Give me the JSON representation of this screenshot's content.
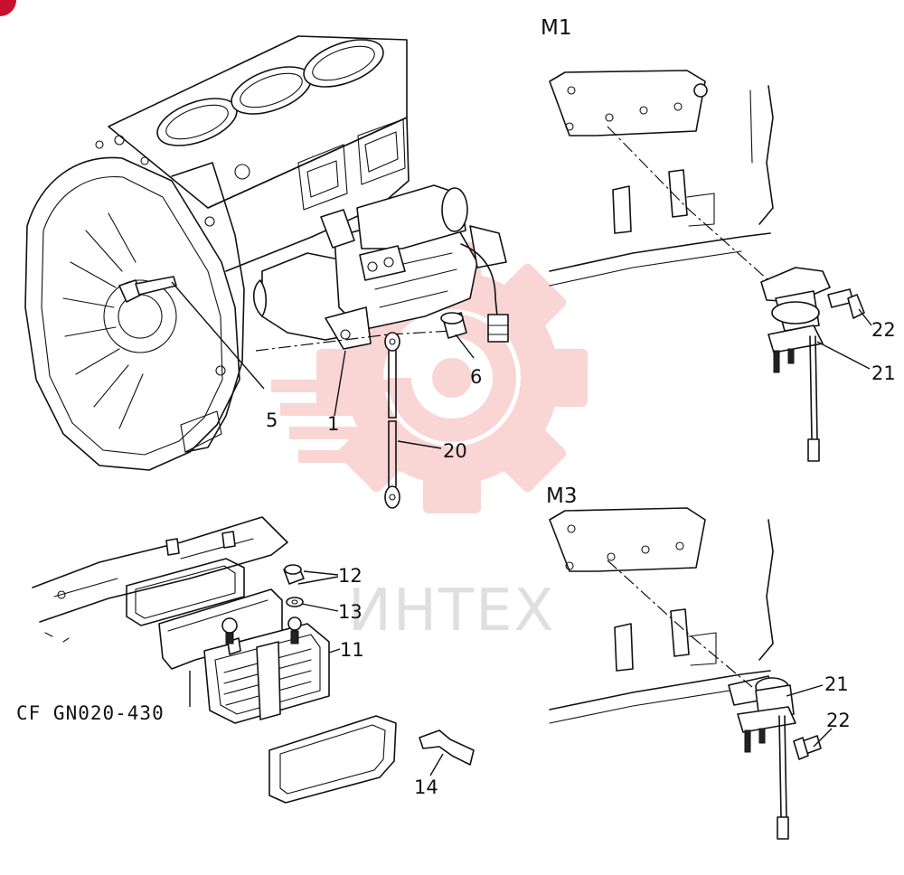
{
  "views": {
    "m1": "M1",
    "m3": "M3"
  },
  "callouts": {
    "c1": "1",
    "c5": "5",
    "c6": "6",
    "c11": "11",
    "c12": "12",
    "c13": "13",
    "c14": "14",
    "c20": "20",
    "c21_m1": "21",
    "c22_m1": "22",
    "c21_m3": "21",
    "c22_m3": "22"
  },
  "reference": "CF GN020-430",
  "watermark": {
    "text": "ИНТЕХ",
    "color": "#e8433f"
  },
  "corner_marker_color": "#c8102e"
}
